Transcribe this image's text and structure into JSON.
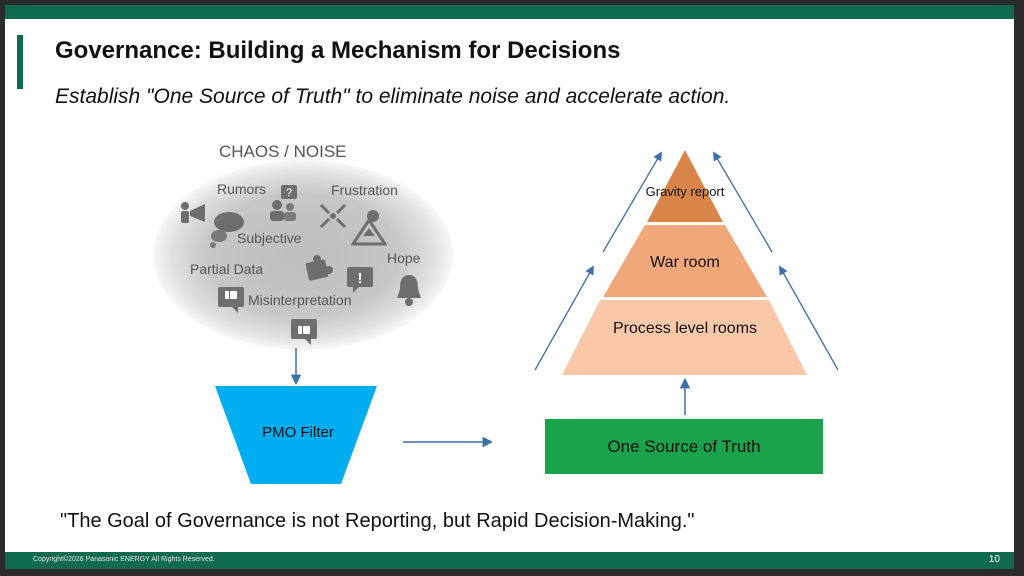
{
  "slide": {
    "title": "Governance: Building a Mechanism for Decisions",
    "subtitle": "Establish \"One Source of Truth\" to eliminate noise and accelerate action.",
    "quote": "\"The Goal of Governance is not Reporting, but Rapid Decision-Making.\"",
    "brand_color": "#0e6b4f"
  },
  "chaos": {
    "title": "CHAOS / NOISE",
    "labels": [
      "Rumors",
      "Frustration",
      "Subjective",
      "Hope",
      "Partial Data",
      "Misinterpretation"
    ],
    "icons": [
      "megaphone-icon",
      "speech-bubble-icon",
      "question-people-icon",
      "conflict-icon",
      "mountain-icon",
      "puzzle-icon",
      "exclamation-bubble-icon",
      "bell-icon",
      "thumbs-down-bubble-icon",
      "thumbs-up-bubble-icon"
    ]
  },
  "filter": {
    "label": "PMO Filter",
    "color": "#00aeef"
  },
  "pyramid": {
    "tiers": [
      {
        "label": "Gravity report",
        "color": "#d9854a"
      },
      {
        "label": "War room",
        "color": "#f0a77a"
      },
      {
        "label": "Process level rooms",
        "color": "#f8c8a8"
      }
    ]
  },
  "foundation": {
    "label": "One Source of Truth",
    "color": "#1aa34a"
  },
  "footer": {
    "copyright": "Copyright©2026 Panasonic ENERGY All Rights Reserved.",
    "page_number": "10"
  }
}
